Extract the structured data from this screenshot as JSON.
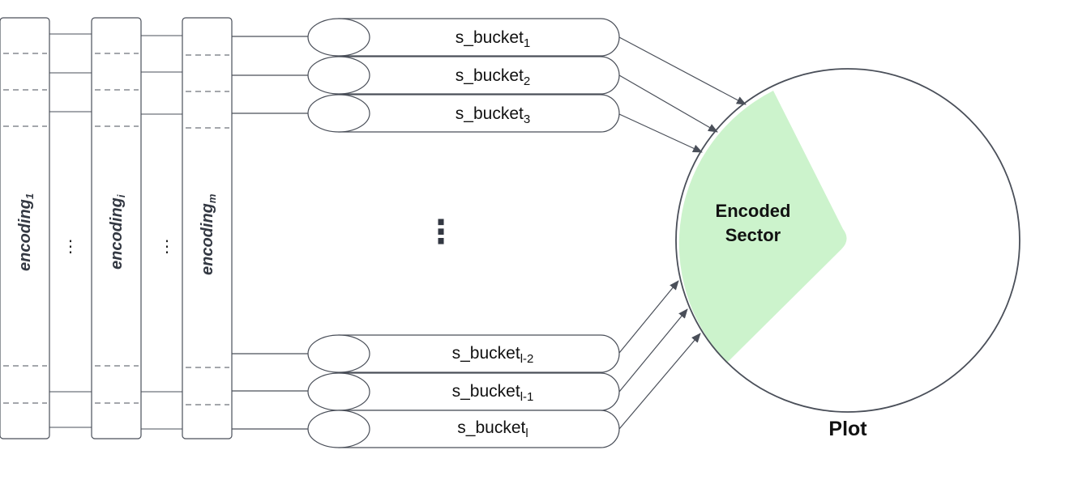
{
  "encodings": [
    {
      "label": "encoding",
      "sub": "1"
    },
    {
      "label": "encoding",
      "sub": "i"
    },
    {
      "label": "encoding",
      "sub": "m"
    }
  ],
  "column_ellipsis": "⋮",
  "middle_ellipsis": "⋮",
  "buckets": [
    {
      "label": "s_bucket",
      "sub": "1"
    },
    {
      "label": "s_bucket",
      "sub": "2"
    },
    {
      "label": "s_bucket",
      "sub": "3"
    },
    {
      "label": "s_bucket",
      "sub": "l-2"
    },
    {
      "label": "s_bucket",
      "sub": "l-1"
    },
    {
      "label": "s_bucket",
      "sub": "l"
    }
  ],
  "plot": {
    "sector_label_line1": "Encoded",
    "sector_label_line2": "Sector",
    "title": "Plot",
    "sector_color": "#ccf3cc",
    "stroke_color": "#4a4f59"
  }
}
